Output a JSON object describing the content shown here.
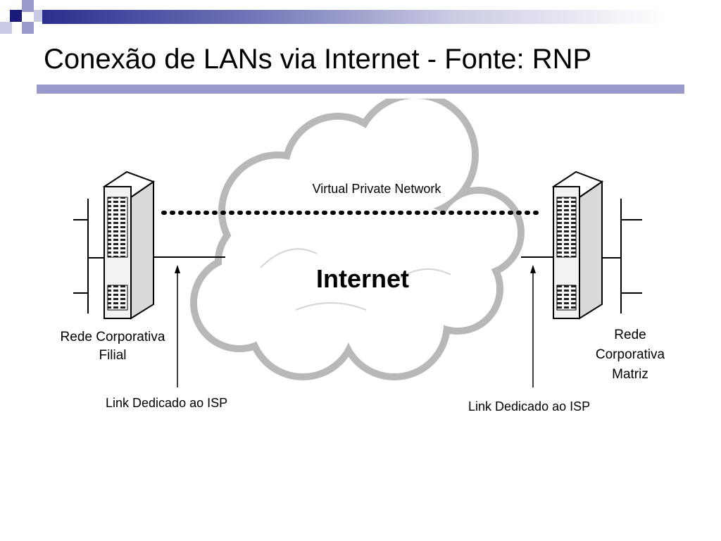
{
  "slide": {
    "title": "Conexão de LANs via Internet - Fonte: RNP"
  },
  "diagram": {
    "vpn_label": "Virtual Private Network",
    "cloud_label": "Internet",
    "left_site_label_line1": "Rede Corporativa",
    "left_site_label_line2": "Filial",
    "right_site_label_line1": "Rede",
    "right_site_label_line2": "Corporativa",
    "right_site_label_line3": "Matriz",
    "left_link_label": "Link Dedicado ao ISP",
    "right_link_label": "Link Dedicado ao ISP"
  },
  "colors": {
    "band_dark": "#2b2f8f",
    "rule": "#9999cc",
    "ink": "#000000",
    "server_face": "#d9d9d9"
  }
}
